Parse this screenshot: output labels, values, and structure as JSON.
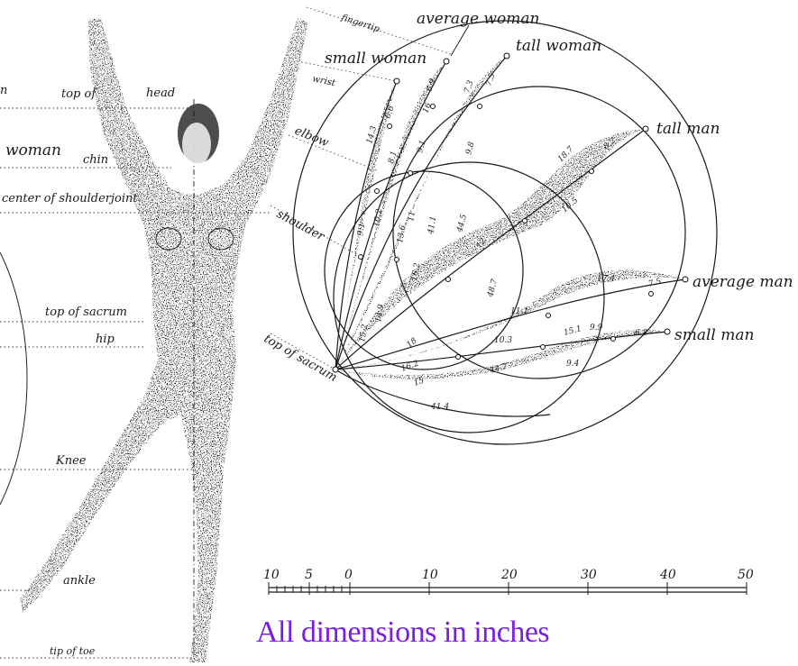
{
  "body_labels": {
    "head_partial": "n",
    "top_of_head": "top of",
    "head": "head",
    "woman": "woman",
    "chin": "chin",
    "shoulder_joint": "center of shoulderjoint",
    "top_of_sacrum": "top of sacrum",
    "hip": "hip",
    "knee": "Knee",
    "ankle": "ankle",
    "tip_of_toe": "tip of toe"
  },
  "ray_labels": {
    "fingertip": "fingertip",
    "wrist": "wrist",
    "elbow": "elbow",
    "shoulder": "shoulder",
    "top_of_sacrum": "top of sacrum"
  },
  "people": {
    "average_woman": "average woman",
    "small_woman": "small woman",
    "tall_woman": "tall woman",
    "tall_man": "tall man",
    "average_man": "average man",
    "small_man": "small man"
  },
  "dimensions": [
    "6.9",
    "6.6",
    "7.3",
    "7.5",
    "16",
    "14.3",
    "8.1",
    "9.1",
    "9.8",
    "18.7",
    "8.2",
    "10.5",
    "44.5",
    "12",
    "41.1",
    "11",
    "10.2",
    "9.1",
    "13.6",
    "16.2",
    "48.7",
    "17.4",
    "7.5",
    "11.1",
    "14.9",
    "15.2",
    "18",
    "10.3",
    "15.1",
    "9.9",
    "6.8",
    "16.2",
    "15",
    "44.7",
    "9.4",
    "41.4"
  ],
  "scale": {
    "ticks": [
      "10",
      "5",
      "0",
      "10",
      "20",
      "30",
      "40",
      "50"
    ]
  },
  "caption": "All dimensions in inches",
  "colors": {
    "ink": "#1a1a1a",
    "caption": "#7a1fe0"
  }
}
